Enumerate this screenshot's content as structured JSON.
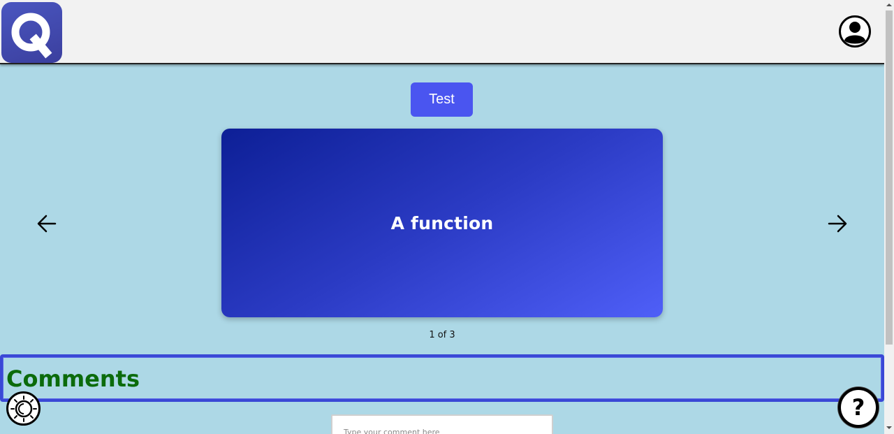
{
  "header": {
    "logo_letter": "Q",
    "brand_color": "#3f4aa8"
  },
  "actions": {
    "test_label": "Test"
  },
  "flashcard": {
    "text": "A function",
    "counter": "1 of 3",
    "prev_icon": "arrow-left-icon",
    "next_icon": "arrow-right-icon"
  },
  "comments": {
    "title": "Comments",
    "input_placeholder": "Type your comment here",
    "title_color": "#0b6b0b",
    "border_color": "#3a48d6"
  },
  "floating": {
    "theme_icon": "theme-toggle-icon",
    "help_label": "?"
  },
  "colors": {
    "page_background": "#add8e6",
    "accent": "#4a55f0"
  }
}
